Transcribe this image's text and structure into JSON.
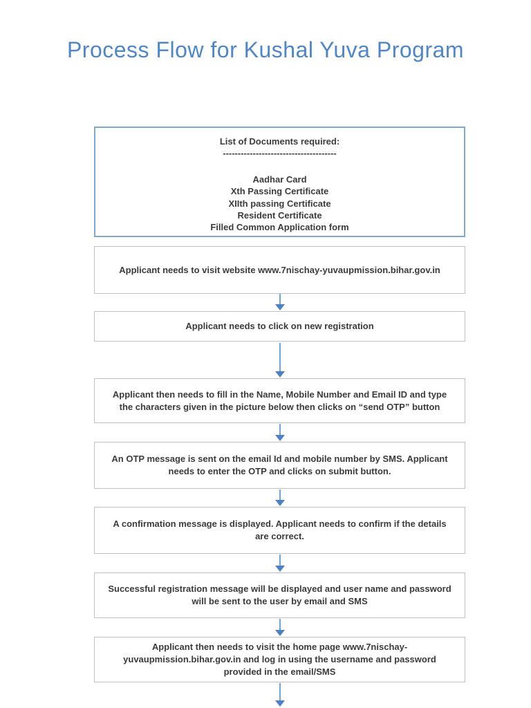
{
  "page": {
    "title": "Process Flow for Kushal Yuva Program"
  },
  "colors": {
    "title_blue": "#4E87C9",
    "arrow_blue": "#6FA3DC",
    "arrowhead_blue": "#4B82C6",
    "documents_box_border": "#7FA8D4",
    "step_box_border": "#BFBFBF",
    "body_text": "#3B3B3B"
  },
  "documents_box": {
    "heading": "List of Documents required:",
    "divider": "--------------------------------------",
    "items": [
      "Aadhar Card",
      "Xth Passing Certificate",
      "XIIth passing Certificate",
      "Resident Certificate",
      "Filled Common Application form"
    ]
  },
  "flow": {
    "steps": [
      "Applicant needs to visit website www.7nischay-yuvaupmission.bihar.gov.in",
      "Applicant needs to click on new registration",
      "Applicant then needs to fill in the Name, Mobile Number and Email ID and type the characters given in the picture below then clicks on “send OTP” button",
      "An OTP message is sent on the email Id and mobile number by SMS. Applicant needs to enter the OTP and clicks on submit button.",
      "A confirmation message is displayed. Applicant needs to confirm if the details are correct.",
      "Successful registration message will be displayed and user name and password will be sent to the user by email and SMS",
      "Applicant then needs to visit the home page www.7nischay-yuvaupmission.bihar.gov.in and log in using the username and password provided in the email/SMS"
    ]
  }
}
